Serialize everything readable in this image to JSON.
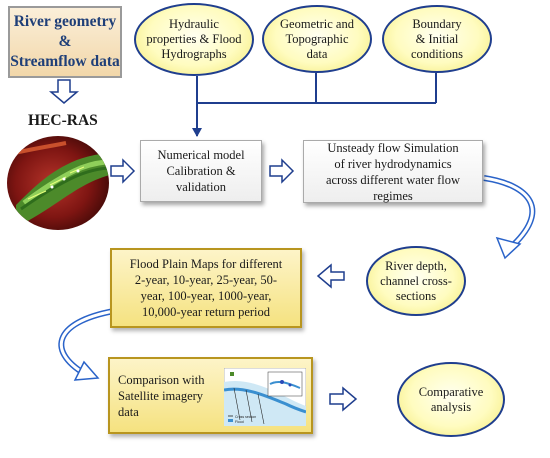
{
  "source": "River geometry\n&\nStreamflow data",
  "model_label": "HEC-RAS",
  "inputs": [
    "Hydraulic\nproperties & Flood\nHydrographs",
    "Geometric and\nTopographic\ndata",
    "Boundary\n& Initial\nconditions"
  ],
  "steps": {
    "calibration": "Numerical model\nCalibration &\nvalidation",
    "simulation": "Unsteady flow Simulation\nof river hydrodynamics\nacross different water flow\nregimes",
    "depth": "River depth,\nchannel cross-\nsections",
    "maps": "Flood Plain Maps for different\n2-year, 10-year, 25-year, 50-\nyear, 100-year, 1000-year,\n10,000-year return period",
    "comparison": "Comparison with\nSatellite imagery\ndata",
    "analysis": "Comparative\nanalysis"
  },
  "inset_legend": [
    "Cross section",
    "Flood"
  ],
  "colors": {
    "arrow": "#1f3e8e",
    "ellipse_border": "#1f3e8e",
    "gold_border": "#b8951f",
    "source_text": "#1f3f78"
  }
}
